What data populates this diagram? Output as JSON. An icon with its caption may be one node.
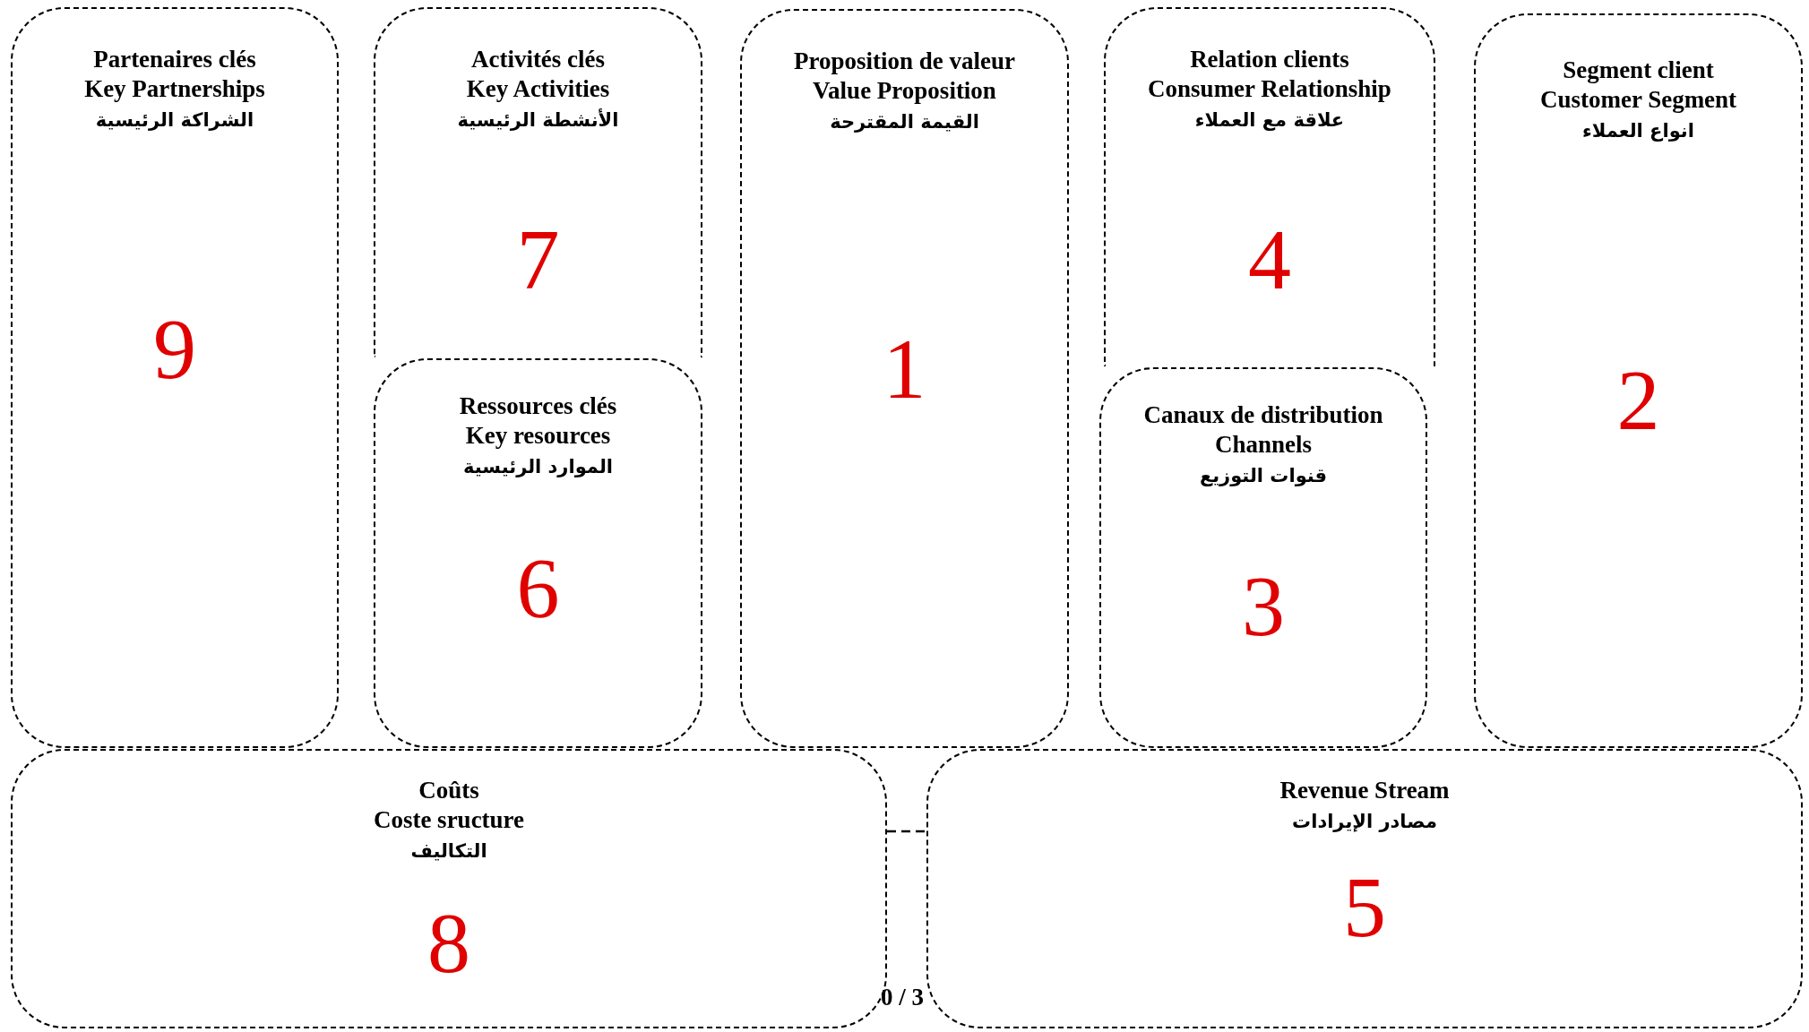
{
  "diagram": {
    "nodes": [
      {
        "text": [
          "Partenaires clés",
          "Key Partnerships",
          "الشراكة الرئيسية",
          "9"
        ]
      },
      {
        "text": [
          "Activités clés",
          "Key Activities",
          "الأنشطة الرئيسية",
          "7"
        ]
      },
      {
        "text": [
          "Ressources clés",
          "Key resources",
          "الموارد الرئيسية",
          "6"
        ]
      },
      {
        "text": [
          "Proposition de valeur",
          "Value Proposition",
          "القيمة المقترحة",
          "1"
        ]
      },
      {
        "text": [
          "Relation clients",
          "Consumer Relationship",
          "علاقة مع العملاء",
          "4"
        ]
      },
      {
        "text": [
          "Canaux de distribution",
          "Channels",
          "قنوات التوزيع",
          "3"
        ]
      },
      {
        "text": [
          "Segment client",
          "Customer Segment",
          "انواع العملاء",
          "2"
        ]
      },
      {
        "text": [
          "Coûts",
          "Coste sructure",
          "التكاليف",
          "8"
        ]
      },
      {
        "text": [
          "Revenue Stream",
          "مصادر الإيرادات",
          "5"
        ]
      }
    ],
    "edges": [
      {
        "from": 7,
        "to": 8,
        "arrow": "none",
        "style": "dashed"
      }
    ],
    "labels": [
      "0 / 3"
    ]
  }
}
